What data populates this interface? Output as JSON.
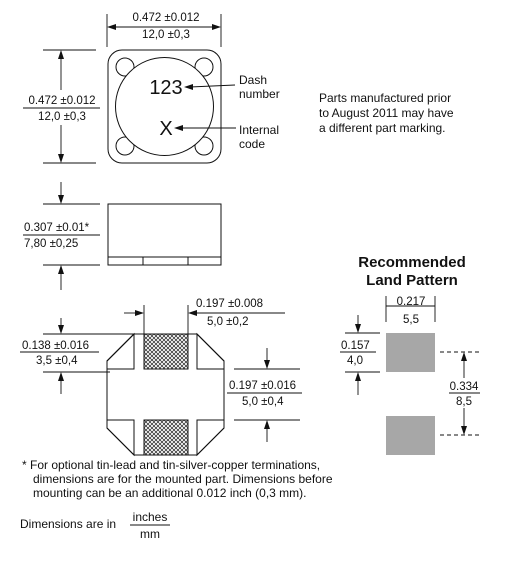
{
  "top_view": {
    "width_in": "0.472 ±0.012",
    "width_mm": "12,0 ±0,3",
    "height_in": "0.472 ±0.012",
    "height_mm": "12,0 ±0,3",
    "dash_number_mark": "123",
    "internal_code_mark": "X",
    "dash_label_line1": "Dash",
    "dash_label_line2": "number",
    "internal_label_line1": "Internal",
    "internal_label_line2": "code"
  },
  "note_marking": {
    "line1": "Parts manufactured prior",
    "line2": "to August 2011 may have",
    "line3": "a different part marking."
  },
  "side_view": {
    "height_in": "0.307 ±0.01*",
    "height_mm": "7,80 ±0,25"
  },
  "bottom_view": {
    "terminal_width_in": "0.197 ±0.008",
    "terminal_width_mm": "5,0 ±0,2",
    "terminal_length_in": "0.138 ±0.016",
    "terminal_length_mm": "3,5 ±0,4",
    "terminal_gap_in": "0.197 ±0.016",
    "terminal_gap_mm": "5,0 ±0,4"
  },
  "land_pattern": {
    "title_line1": "Recommended",
    "title_line2": "Land Pattern",
    "pad_width_in": "0.217",
    "pad_width_mm": "5,5",
    "pad_height_in": "0.157",
    "pad_height_mm": "4,0",
    "overall_in": "0.334",
    "overall_mm": "8,5",
    "pad_color": "#a7a7a7"
  },
  "footnote": {
    "line1": "* For optional tin-lead and tin-silver-copper terminations,",
    "line2": "dimensions are for the mounted part. Dimensions before",
    "line3": "mounting can be an additional 0.012 inch (0,3 mm)."
  },
  "units_legend": {
    "prefix": "Dimensions are in",
    "numerator": "inches",
    "denominator": "mm"
  }
}
